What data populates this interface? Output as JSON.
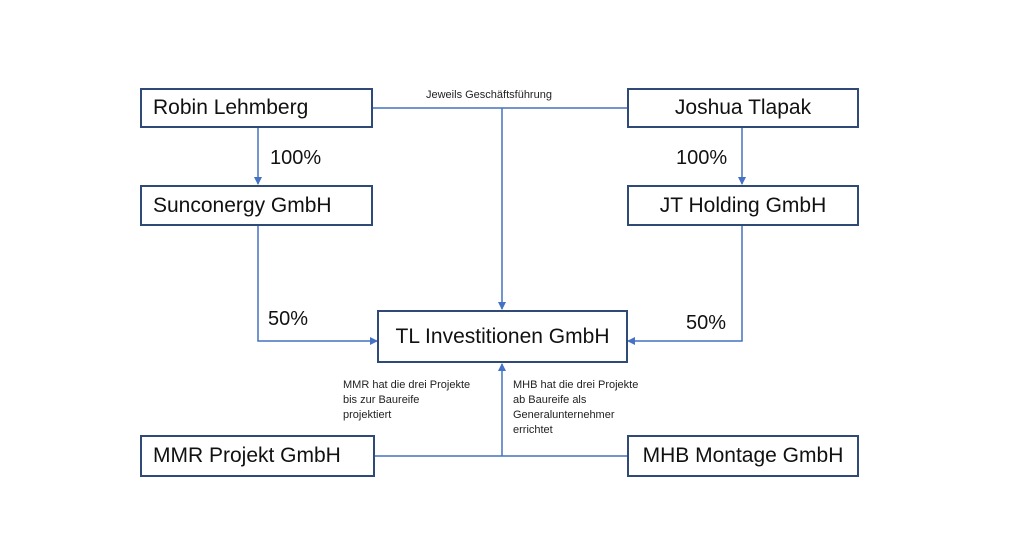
{
  "colors": {
    "box_border": "#2f4a77",
    "connector": "#4472c4",
    "text": "#111111"
  },
  "nodes": {
    "robin": "Robin Lehmberg",
    "joshua": "Joshua Tlapak",
    "sunconergy": "Sunconergy GmbH",
    "jt_holding": "JT Holding GmbH",
    "tl": "TL Investitionen GmbH",
    "mmr": "MMR Projekt GmbH",
    "mhb": "MHB Montage GmbH"
  },
  "edge_labels": {
    "robin_to_sunconergy": "100%",
    "joshua_to_jt": "100%",
    "sunconergy_to_tl": "50%",
    "jt_to_tl": "50%",
    "management": "Jeweils Geschäftsführung"
  },
  "notes": {
    "mmr": [
      "MMR hat die drei Projekte",
      "bis zur Baureife",
      "projektiert"
    ],
    "mhb": [
      "MHB hat die drei Projekte",
      "ab Baureife als",
      "Generalunternehmer",
      "errichtet"
    ]
  }
}
